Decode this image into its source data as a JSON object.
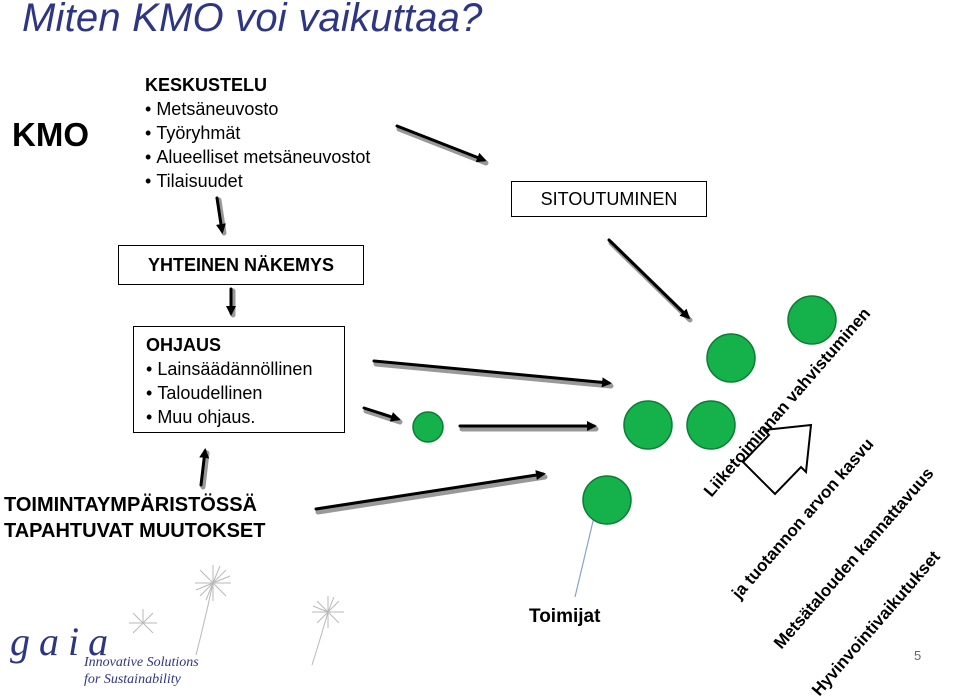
{
  "title": "Miten KMO voi vaikuttaa?",
  "kmo_label": "KMO",
  "keskustelu": {
    "heading": "KESKUSTELU",
    "items": [
      "Metsäneuvosto",
      "Työryhmät",
      "Alueelliset metsäneuvostot",
      "Tilaisuudet"
    ]
  },
  "sitoutuminen": "SITOUTUMINEN",
  "yhteinen_nakemys": "YHTEINEN NÄKEMYS",
  "ohjaus": {
    "heading": "OHJAUS",
    "items": [
      "Lainsäädännöllinen",
      "Taloudellinen",
      "Muu ohjaus."
    ]
  },
  "toimintaymparisto": {
    "line1": "TOIMINTAYMPÄRISTÖSSÄ",
    "line2": "TAPAHTUVAT MUUTOKSET"
  },
  "toimijat": "Toimijat",
  "outcomes": [
    "Liiketoiminnan vahvistuminen",
    "ja tuotannon arvon kasvu",
    "Metsätalouden kannattavuus",
    "Hyvinvointivaikutukset"
  ],
  "page_number": "5",
  "logo": {
    "name": "gaia",
    "tagline_1": "Innovative Solutions",
    "tagline_2": "for Sustainability"
  },
  "colors": {
    "title": "#2e3582",
    "circle_fill": "#15b14b",
    "circle_stroke": "#0c7d34"
  }
}
